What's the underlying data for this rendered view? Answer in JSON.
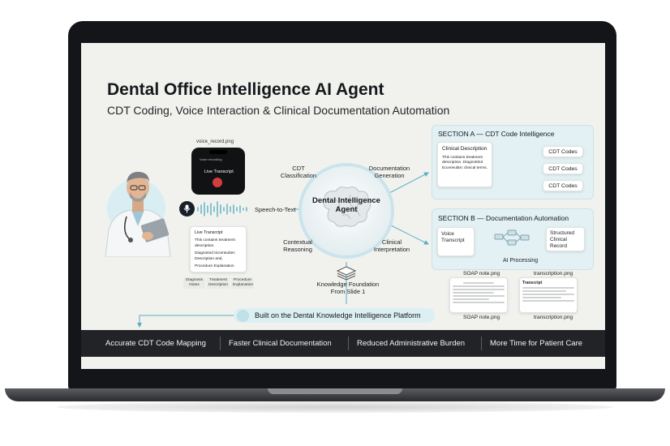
{
  "slide": {
    "title": "Dental Office Intelligence AI Agent",
    "subtitle": "CDT Coding, Voice Interaction & Clinical Documentation Automation"
  },
  "voice": {
    "phone_caption": "voice_record.png",
    "phone_header": "Voice recording",
    "phone_label": "Live Transcript",
    "speech_to_text": "Speech-to-Text"
  },
  "transcript_card": {
    "title": "Live Transcript",
    "line1": "This contains treatment description.",
    "line2": "Diagnotind ticcerieulärc Description and,",
    "line3": "Procedure Explanation"
  },
  "tags": [
    "Diagnosis Notes",
    "Treatment Description",
    "Procedure Explanation"
  ],
  "hub": {
    "label": "Dental Intelligence Agent",
    "cdt_classification": "CDT Classification",
    "documentation_generation": "Documentation Generation",
    "contextual_reasoning": "Contextual Reasoning",
    "clinical_interpretation": "Clinical Interpretation",
    "knowledge_foundation": "Knowledge Foundation From Slide 1"
  },
  "platform": {
    "text": "Built on the Dental Knowledge Intelligence Platform"
  },
  "section_a": {
    "title": "SECTION A — CDT Code Intelligence",
    "card_title": "Clinical Description",
    "card_text": "This contians treatment description. Diagnottind ticcerieulärc clinical terms.",
    "codes": [
      "CDT Codes",
      "CDT Codes",
      "CDT Codes"
    ]
  },
  "section_b": {
    "title": "SECTION B — Documentation Automation",
    "voice_transcript": "Voice Transcript",
    "ai_processing": "AI Processing",
    "structured_record": "Structured Clinical Record",
    "doc1_caption_top": "SOAP note.png",
    "doc2_caption_top": "transcription.png",
    "doc1_caption_bottom": "SOAP note.png",
    "doc2_caption_bottom": "transcription.png",
    "doc2_header": "Transcript"
  },
  "benefits": [
    "Accurate CDT Code Mapping",
    "Faster Clinical Documentation",
    "Reduced Administrative Burden",
    "More Time for Patient Care"
  ],
  "colors": {
    "accent": "#5aaec4",
    "section_bg": "#e3f1f4",
    "bar_bg": "#212326",
    "mic_bg": "#17202a",
    "record_red": "#d33d3d"
  }
}
